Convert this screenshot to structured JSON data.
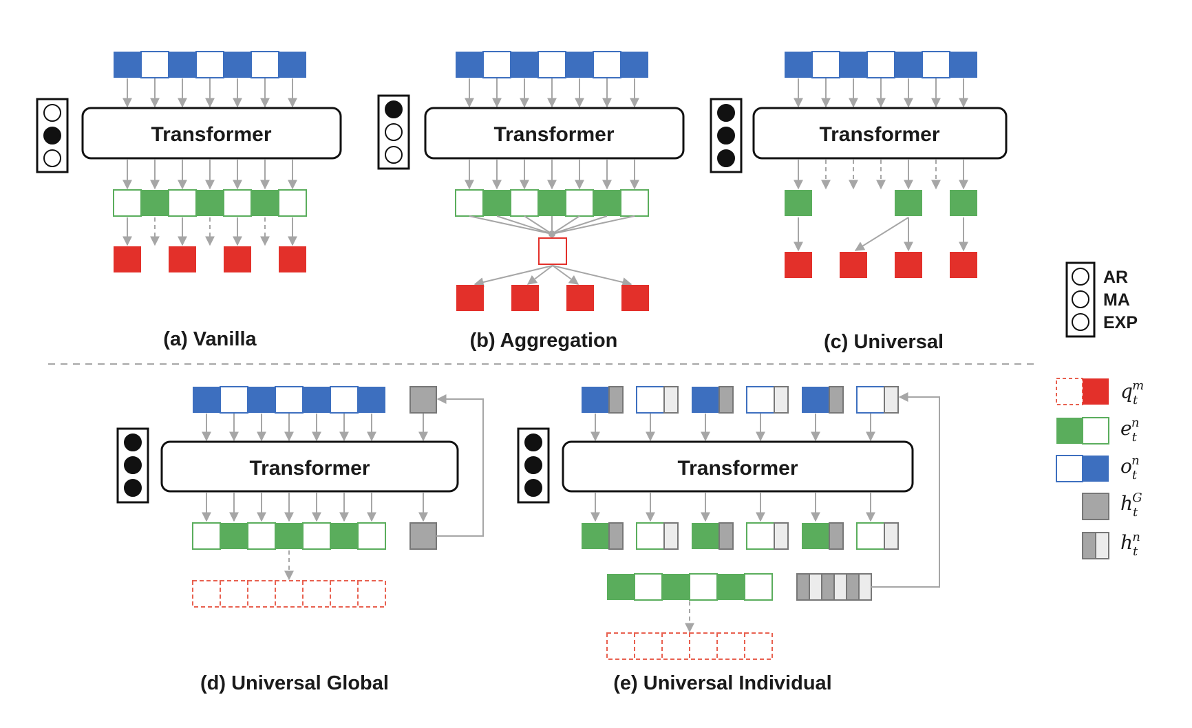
{
  "colors": {
    "blue": "#3d6fbf",
    "green": "#5aad5c",
    "red": "#e3302a",
    "gray": "#a6a6a6",
    "light_gray": "#ececec",
    "arrow": "#a6a6a6",
    "dashed_red": "#e8604f"
  },
  "transformer_label": "Transformer",
  "panels": {
    "a": {
      "caption": "(a) Vanilla",
      "lights": [
        false,
        true,
        false
      ]
    },
    "b": {
      "caption": "(b) Aggregation",
      "lights": [
        true,
        false,
        false
      ]
    },
    "c": {
      "caption": "(c) Universal",
      "lights": [
        true,
        true,
        true
      ]
    },
    "d": {
      "caption": "(d) Universal Global",
      "lights": [
        true,
        true,
        true
      ]
    },
    "e": {
      "caption": "(e) Universal Individual",
      "lights": [
        true,
        true,
        true
      ]
    }
  },
  "legend_modes": {
    "items": [
      "AR",
      "MA",
      "EXP"
    ]
  },
  "legend_symbols": {
    "q": {
      "base": "q",
      "sub": "t",
      "sup": "m"
    },
    "e": {
      "base": "e",
      "sub": "t",
      "sup": "n"
    },
    "o": {
      "base": "o",
      "sub": "t",
      "sup": "n"
    },
    "hG": {
      "base": "h",
      "sub": "t",
      "sup": "G"
    },
    "hn": {
      "base": "h",
      "sub": "t",
      "sup": "n"
    }
  }
}
